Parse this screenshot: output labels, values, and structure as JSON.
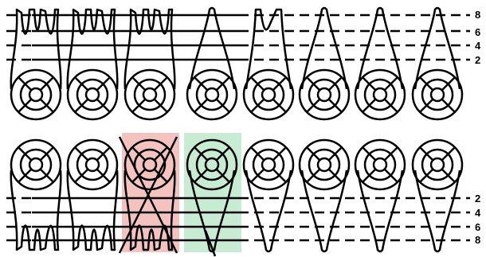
{
  "upper_arch": {
    "depth_labels": [
      "8",
      "6",
      "4",
      "2"
    ],
    "teeth": [
      {
        "type": "molar",
        "status": "normal"
      },
      {
        "type": "molar",
        "status": "normal"
      },
      {
        "type": "molar",
        "status": "normal"
      },
      {
        "type": "single-root",
        "status": "normal"
      },
      {
        "type": "premolar",
        "status": "normal"
      },
      {
        "type": "single-root",
        "status": "normal"
      },
      {
        "type": "single-root",
        "status": "normal"
      },
      {
        "type": "single-root",
        "status": "normal"
      }
    ]
  },
  "lower_arch": {
    "depth_labels": [
      "2",
      "4",
      "6",
      "8"
    ],
    "teeth": [
      {
        "type": "molar",
        "status": "normal"
      },
      {
        "type": "molar",
        "status": "normal"
      },
      {
        "type": "molar",
        "status": "extracted",
        "highlight": "#f4c3c0"
      },
      {
        "type": "single-root",
        "status": "implant",
        "highlight": "#c8ebd3"
      },
      {
        "type": "single-root",
        "status": "normal"
      },
      {
        "type": "single-root",
        "status": "normal"
      },
      {
        "type": "single-root",
        "status": "normal"
      },
      {
        "type": "single-root",
        "status": "normal"
      }
    ]
  },
  "colors": {
    "extracted": "#f4c3c0",
    "implant": "#c8ebd3",
    "stroke": "#000000"
  }
}
